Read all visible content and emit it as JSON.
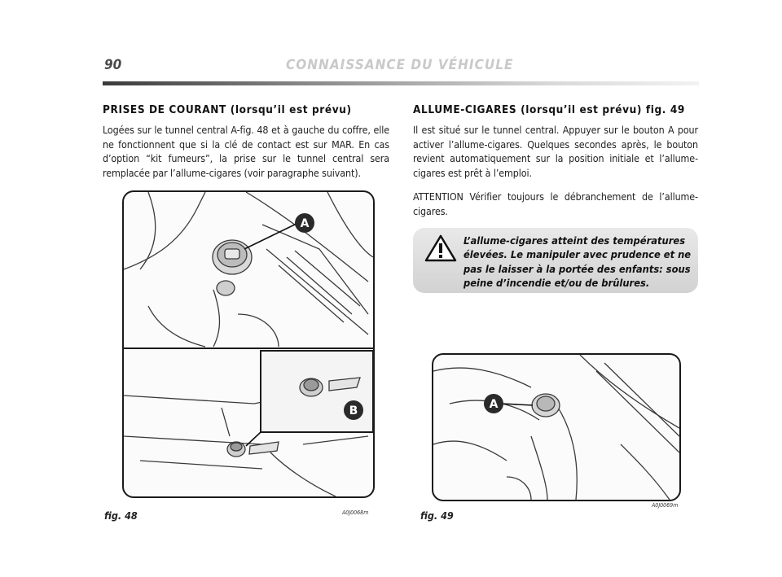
{
  "header": {
    "page_number": "90",
    "title": "CONNAISSANCE DU VÉHICULE"
  },
  "left_column": {
    "heading": "PRISES DE COURANT (lorsqu’il est prévu)",
    "body": "Logées sur le tunnel central A-fig. 48 et à gauche du coffre, elle ne fonctionnent que si la clé de contact est sur MAR. En cas d’option “kit fumeurs”, la prise sur le tunnel central sera remplacée par l’allume-cigares (voir paragraphe suivant)."
  },
  "right_column": {
    "heading": "ALLUME-CIGARES (lorsqu’il est prévu) fig. 49",
    "body": "Il est situé sur le tunnel central. Appuyer sur le bouton A pour activer l’allume-cigares. Quelques secondes après, le bouton revient automatiquement sur la position initiale et l’allume-cigares est prêt à l’emploi.",
    "attention": "ATTENTION Vérifier toujours le débranchement de l’allume-cigares.",
    "warning": "L’allume-cigares atteint des températures élevées. Le manipuler avec prudence et ne pas le laisser à la portée des enfants: sous peine d’incendie et/ou de brûlures."
  },
  "figures": {
    "fig48": {
      "label": "fig. 48",
      "code": "A0J0068m",
      "callouts": [
        "A",
        "B"
      ]
    },
    "fig49": {
      "label": "fig. 49",
      "code": "A0J0069m",
      "callouts": [
        "A"
      ]
    }
  },
  "icons": [
    "warning-triangle-icon"
  ],
  "colors": {
    "header_title": "#c9c9c9",
    "callout_bg": "#2a2a2a",
    "warning_box": "#dcdcdc"
  }
}
